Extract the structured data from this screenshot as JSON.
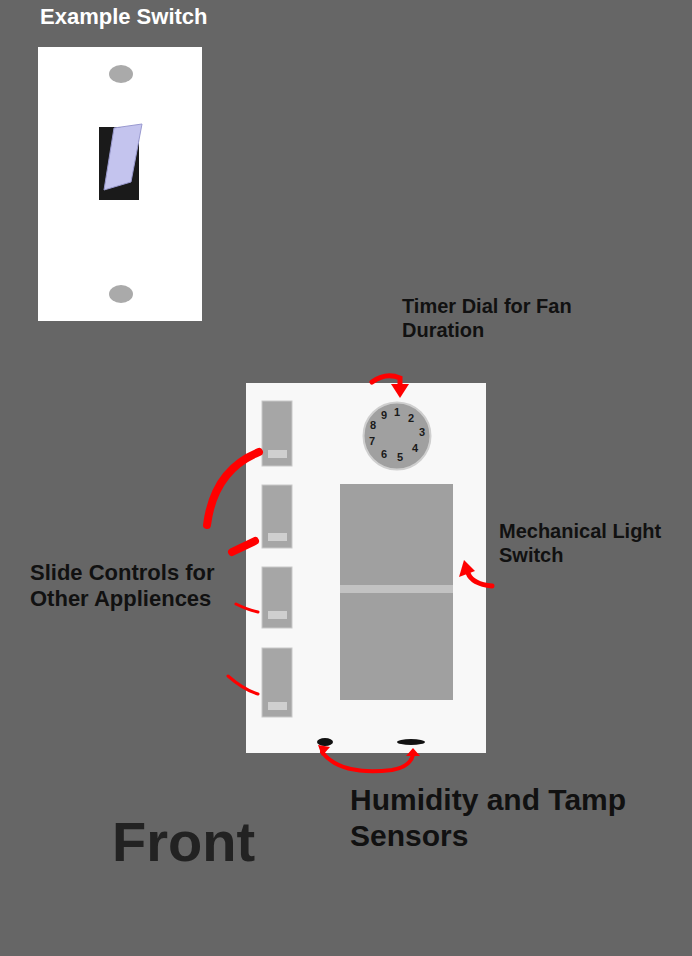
{
  "diagram": {
    "nodes": [
      {
        "text": [
          "1",
          "2",
          "3",
          "4",
          "5",
          "6",
          "7",
          "8",
          "9"
        ]
      }
    ],
    "labels": [
      "Example Switch",
      "Timer Dial for Fan Duration",
      "Mechanical Light Switch",
      "Slide Controls for Other Appliences",
      "Humidity and Tamp Sensors",
      "Front"
    ]
  }
}
